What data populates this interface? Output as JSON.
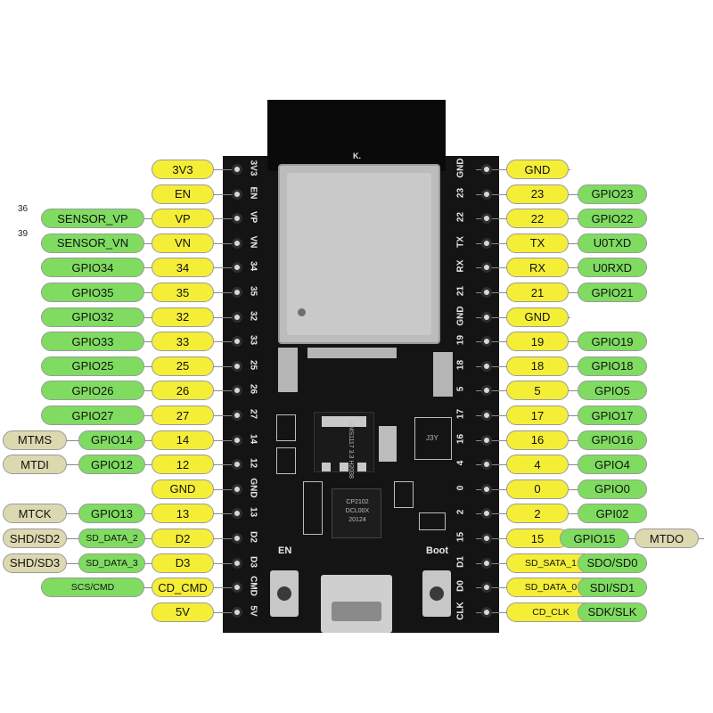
{
  "left_pins": [
    {
      "silk": "3V3",
      "label": "3V3",
      "gpio": "",
      "alt": "",
      "alt_style": "",
      "num": ""
    },
    {
      "silk": "EN",
      "label": "EN",
      "gpio": "",
      "alt": "",
      "alt_style": "",
      "num": ""
    },
    {
      "silk": "VP",
      "label": "VP",
      "gpio": "SENSOR_VP",
      "alt": "",
      "alt_style": "",
      "num": "36"
    },
    {
      "silk": "VN",
      "label": "VN",
      "gpio": "SENSOR_VN",
      "alt": "",
      "alt_style": "",
      "num": "39"
    },
    {
      "silk": "34",
      "label": "34",
      "gpio": "GPIO34",
      "alt": "",
      "alt_style": "",
      "num": ""
    },
    {
      "silk": "35",
      "label": "35",
      "gpio": "GPIO35",
      "alt": "",
      "alt_style": "",
      "num": ""
    },
    {
      "silk": "32",
      "label": "32",
      "gpio": "GPIO32",
      "alt": "",
      "alt_style": "",
      "num": ""
    },
    {
      "silk": "33",
      "label": "33",
      "gpio": "GPIO33",
      "alt": "",
      "alt_style": "",
      "num": ""
    },
    {
      "silk": "25",
      "label": "25",
      "gpio": "GPIO25",
      "alt": "",
      "alt_style": "",
      "num": ""
    },
    {
      "silk": "26",
      "label": "26",
      "gpio": "GPIO26",
      "alt": "",
      "alt_style": "",
      "num": ""
    },
    {
      "silk": "27",
      "label": "27",
      "gpio": "GPIO27",
      "alt": "",
      "alt_style": "",
      "num": ""
    },
    {
      "silk": "14",
      "label": "14",
      "gpio": "GPIO14",
      "alt": "MTMS",
      "alt_style": "tan",
      "num": ""
    },
    {
      "silk": "12",
      "label": "12",
      "gpio": "GPIO12",
      "alt": "MTDI",
      "alt_style": "tan",
      "num": ""
    },
    {
      "silk": "GND",
      "label": "GND",
      "gpio": "",
      "alt": "",
      "alt_style": "",
      "num": ""
    },
    {
      "silk": "13",
      "label": "13",
      "gpio": "GPIO13",
      "alt": "MTCK",
      "alt_style": "tan",
      "num": ""
    },
    {
      "silk": "D2",
      "label": "D2",
      "gpio": "SD_DATA_2",
      "alt": "SHD/SD2",
      "alt_style": "tan",
      "num": ""
    },
    {
      "silk": "D3",
      "label": "D3",
      "gpio": "SD_DATA_3",
      "alt": "SHD/SD3",
      "alt_style": "tan",
      "num": ""
    },
    {
      "silk": "CMD",
      "label": "CD_CMD",
      "gpio": "SCS/CMD",
      "alt": "",
      "alt_style": "",
      "num": ""
    },
    {
      "silk": "5V",
      "label": "5V",
      "gpio": "",
      "alt": "",
      "alt_style": "",
      "num": ""
    }
  ],
  "right_pins": [
    {
      "silk": "GND",
      "label": "GND",
      "gpio": "",
      "alt": ""
    },
    {
      "silk": "23",
      "label": "23",
      "gpio": "GPIO23",
      "alt": ""
    },
    {
      "silk": "22",
      "label": "22",
      "gpio": "GPIO22",
      "alt": ""
    },
    {
      "silk": "TX",
      "label": "TX",
      "gpio": "U0TXD",
      "alt": ""
    },
    {
      "silk": "RX",
      "label": "RX",
      "gpio": "U0RXD",
      "alt": ""
    },
    {
      "silk": "21",
      "label": "21",
      "gpio": "GPIO21",
      "alt": ""
    },
    {
      "silk": "GND",
      "label": "GND",
      "gpio": "",
      "alt": ""
    },
    {
      "silk": "19",
      "label": "19",
      "gpio": "GPIO19",
      "alt": ""
    },
    {
      "silk": "18",
      "label": "18",
      "gpio": "GPIO18",
      "alt": ""
    },
    {
      "silk": "5",
      "label": "5",
      "gpio": "GPIO5",
      "alt": ""
    },
    {
      "silk": "17",
      "label": "17",
      "gpio": "GPIO17",
      "alt": ""
    },
    {
      "silk": "16",
      "label": "16",
      "gpio": "GPIO16",
      "alt": ""
    },
    {
      "silk": "4",
      "label": "4",
      "gpio": "GPIO4",
      "alt": ""
    },
    {
      "silk": "0",
      "label": "0",
      "gpio": "GPIO0",
      "alt": ""
    },
    {
      "silk": "2",
      "label": "2",
      "gpio": "GPI02",
      "alt": ""
    },
    {
      "silk": "15",
      "label": "15",
      "gpio": "GPIO15",
      "alt": "MTDO"
    },
    {
      "silk": "D1",
      "label": "SD_SATA_1",
      "gpio": "SDO/SD0",
      "alt": ""
    },
    {
      "silk": "D0",
      "label": "SD_DATA_0",
      "gpio": "SDI/SD1",
      "alt": ""
    },
    {
      "silk": "CLK",
      "label": "CD_CLK",
      "gpio": "SDK/SLK",
      "alt": ""
    }
  ],
  "board": {
    "module_mark": "K.",
    "regulator": "AMS1117 3.3 H2038",
    "usb_chip": "CP2102 DCL00X 20124",
    "led_mark": "J3Y",
    "en_label": "EN",
    "boot_label": "Boot"
  },
  "colors": {
    "yellow": "#f5ee37",
    "green": "#7fdc61",
    "tan": "#dcd8b0",
    "board": "#141414"
  }
}
